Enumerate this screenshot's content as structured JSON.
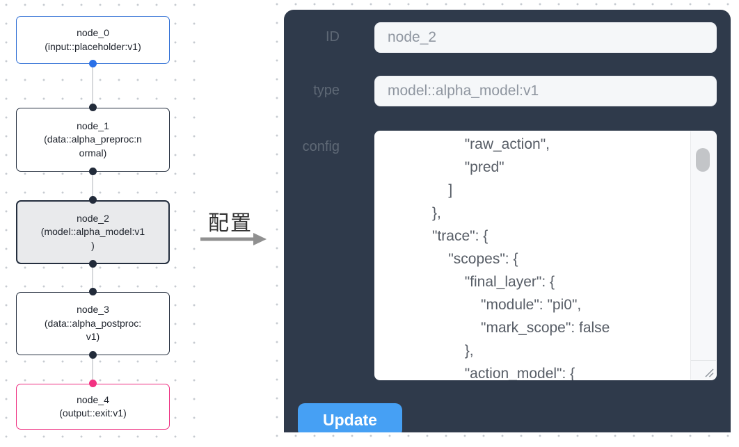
{
  "flow": {
    "nodes": [
      {
        "id": "node_0",
        "lines": [
          "node_0",
          "(input::placeholder:v1)"
        ]
      },
      {
        "id": "node_1",
        "lines": [
          "node_1",
          "(data::alpha_preproc:n",
          "ormal)"
        ]
      },
      {
        "id": "node_2",
        "lines": [
          "node_2",
          "(model::alpha_model:v1",
          ")"
        ],
        "selected": true
      },
      {
        "id": "node_3",
        "lines": [
          "node_3",
          "(data::alpha_postproc:",
          "v1)"
        ]
      },
      {
        "id": "node_4",
        "lines": [
          "node_4",
          "(output::exit:v1)"
        ]
      }
    ],
    "colors": {
      "input_node_border": "#2b6cd4",
      "default_node_border": "#242e3e",
      "output_node_border": "#ee2e80",
      "selected_node_bg": "#e9eaec",
      "input_port": "#2970e8",
      "default_port": "#222b3a",
      "output_port": "#f23181"
    }
  },
  "annotation": {
    "label": "配置",
    "arrow_color": "#909090"
  },
  "panel": {
    "id_field": {
      "label": "ID",
      "value": "node_2"
    },
    "type_field": {
      "label": "type",
      "value": "model::alpha_model:v1"
    },
    "config_field": {
      "label": "config",
      "value": "                    \"raw_action\",\n                    \"pred\"\n                ]\n            },\n            \"trace\": {\n                \"scopes\": {\n                    \"final_layer\": {\n                        \"module\": \"pi0\",\n                        \"mark_scope\": false\n                    },\n                    \"action_model\": {"
    },
    "update_label": "Update",
    "colors": {
      "panel_bg": "#2f3a4b",
      "button_bg": "#46a0f4",
      "button_text": "#ffffff",
      "field_bg": "#f5f7f9"
    }
  }
}
